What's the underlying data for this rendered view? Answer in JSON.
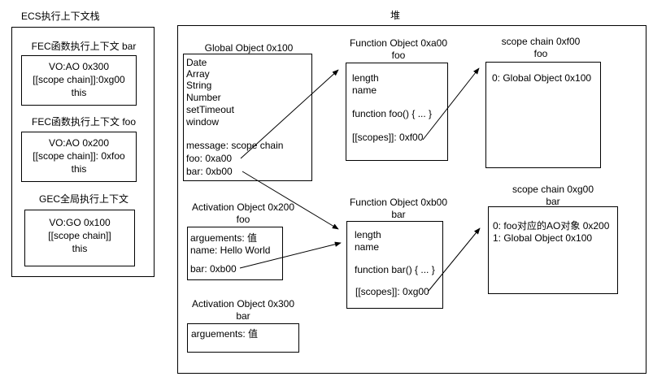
{
  "ecs": {
    "title": "ECS执行上下文栈",
    "fec_bar": {
      "title": "FEC函数执行上下文 bar",
      "lines": [
        "VO:AO 0x300",
        "[[scope chain]]:0xg00",
        "this"
      ]
    },
    "fec_foo": {
      "title": "FEC函数执行上下文 foo",
      "lines": [
        "VO:AO 0x200",
        "[[scope chain]]: 0xfoo",
        "this"
      ]
    },
    "gec": {
      "title": "GEC全局执行上下文",
      "lines": [
        "VO:GO 0x100",
        "[[scope chain]]",
        "this"
      ]
    }
  },
  "heap": {
    "title": "堆",
    "global_object": {
      "title": "Global Object 0x100",
      "lines": [
        "Date",
        "Array",
        "String",
        "Number",
        "setTimeout",
        "window"
      ],
      "message": "message: scope chain",
      "foo": "foo: 0xa00",
      "bar": "bar: 0xb00"
    },
    "function_foo": {
      "title": "Function Object 0xa00",
      "subtitle": "foo",
      "lines": [
        "length",
        "name"
      ],
      "code": "function foo() { ... }",
      "scopes": "[[scopes]]: 0xf00"
    },
    "scope_chain_f00": {
      "title": "scope chain 0xf00",
      "subtitle": "foo",
      "lines": [
        "0: Global Object 0x100"
      ]
    },
    "activation_foo": {
      "title": "Activation Object 0x200",
      "subtitle": "foo",
      "lines": [
        "arguements: 值",
        "name: Hello World"
      ],
      "bar": "bar: 0xb00"
    },
    "function_bar": {
      "title": "Function Object 0xb00",
      "subtitle": "bar",
      "lines": [
        "length",
        "name"
      ],
      "code": "function bar() { ... }",
      "scopes": "[[scopes]]: 0xg00"
    },
    "scope_chain_g00": {
      "title": "scope chain 0xg00",
      "subtitle": "bar",
      "lines": [
        "0: foo对应的AO对象 0x200",
        "1: Global Object 0x100"
      ]
    },
    "activation_bar": {
      "title": "Activation Object 0x300",
      "subtitle": "bar",
      "lines": [
        "arguements: 值"
      ]
    }
  }
}
